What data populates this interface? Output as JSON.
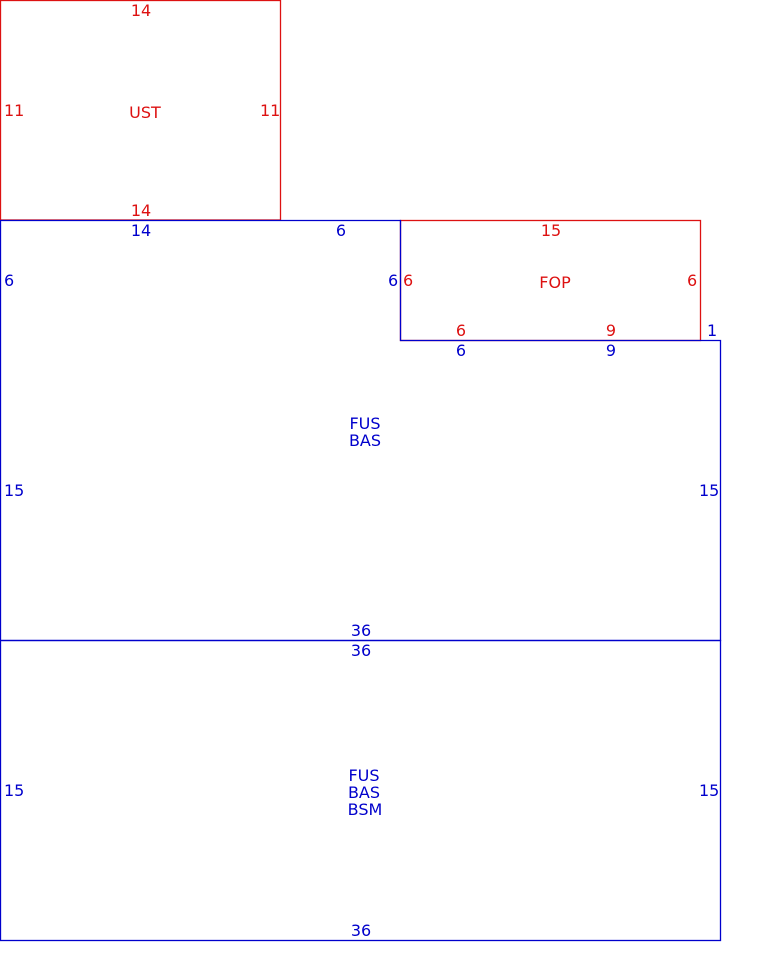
{
  "colors": {
    "upper_story_color": "#dd1111",
    "porch_color": "#dd1111",
    "main_floor_color": "#0000cc",
    "basement_color": "#0000cc"
  },
  "upper_story": {
    "label": "UST",
    "top": "14",
    "left": "11",
    "right": "11",
    "bottom": "14"
  },
  "porch": {
    "label": "FOP",
    "top": "15",
    "left": "6",
    "right": "6",
    "bottom_left": "6",
    "bottom_right": "9"
  },
  "main_floor": {
    "label_line1": "FUS",
    "label_line2": "BAS",
    "top_left": "14",
    "top_right": "6",
    "left_upper": "6",
    "notch_side": "6",
    "notch_bottom_left": "6",
    "notch_bottom_right": "9",
    "step_right": "1",
    "left_lower": "15",
    "right": "15",
    "bottom": "36"
  },
  "lower_section": {
    "label_line1": "FUS",
    "label_line2": "BAS",
    "label_line3": "BSM",
    "top": "36",
    "left": "15",
    "right": "15",
    "bottom": "36"
  }
}
